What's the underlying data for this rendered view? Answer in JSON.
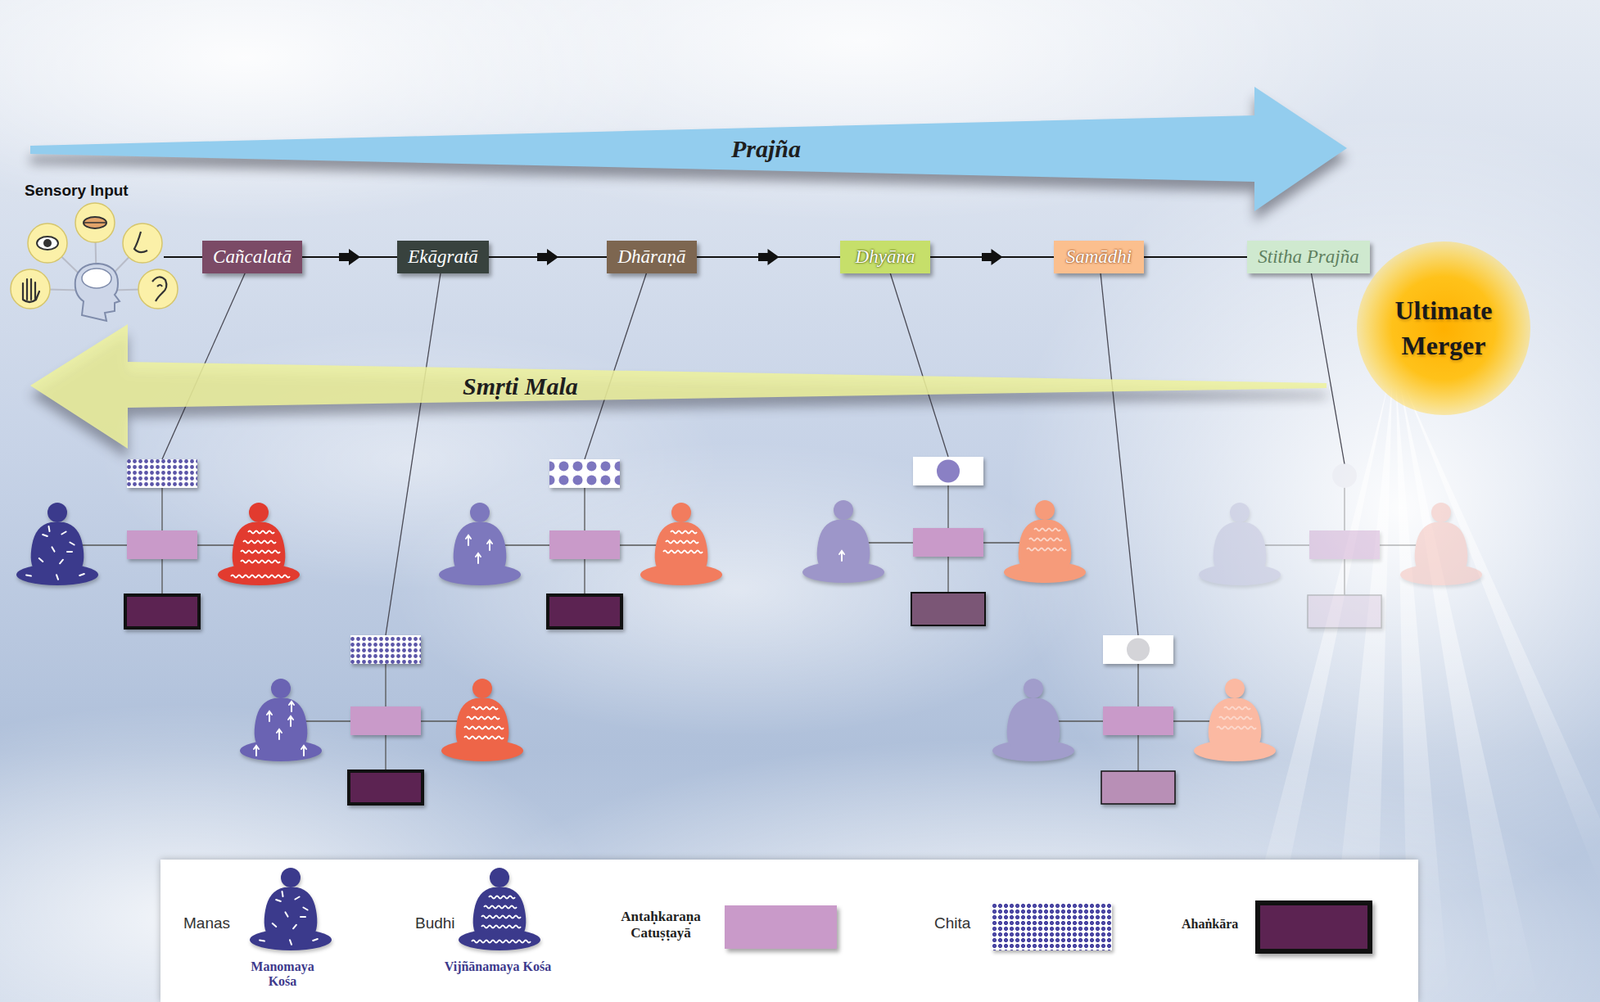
{
  "diagram": {
    "nodes": [
      {
        "text": [
          "Prajña"
        ]
      },
      {
        "text": [
          "Cañcalatā"
        ]
      },
      {
        "text": [
          "Ekāgratā"
        ]
      },
      {
        "text": [
          "Dhāraṇā"
        ]
      },
      {
        "text": [
          "Dhyāna"
        ]
      },
      {
        "text": [
          "Samādhi"
        ]
      },
      {
        "text": [
          "Stitha Prajña"
        ]
      },
      {
        "text": [
          "Ultimate Merger"
        ]
      },
      {
        "text": [
          "Smṛti Mala"
        ]
      }
    ],
    "edges": [
      {
        "from": 1,
        "to": 2,
        "arrow": "to"
      },
      {
        "from": 2,
        "to": 3,
        "arrow": "to"
      },
      {
        "from": 3,
        "to": 4,
        "arrow": "to"
      },
      {
        "from": 4,
        "to": 5,
        "arrow": "to"
      },
      {
        "from": 5,
        "to": 6,
        "arrow": "none"
      }
    ],
    "labels": [
      "Sensory Input",
      "Manomaya Kośa",
      "Vijñānamaya Kośa"
    ],
    "legend": [
      {
        "text": "Manas"
      },
      {
        "text": "Budhi"
      },
      {
        "text": "Antaḥkaraṇa Catuṣṭayā",
        "color": "#c99ac9"
      },
      {
        "text": "Chita"
      },
      {
        "text": "Ahaṅkāra",
        "color": "#5c2352"
      }
    ]
  }
}
